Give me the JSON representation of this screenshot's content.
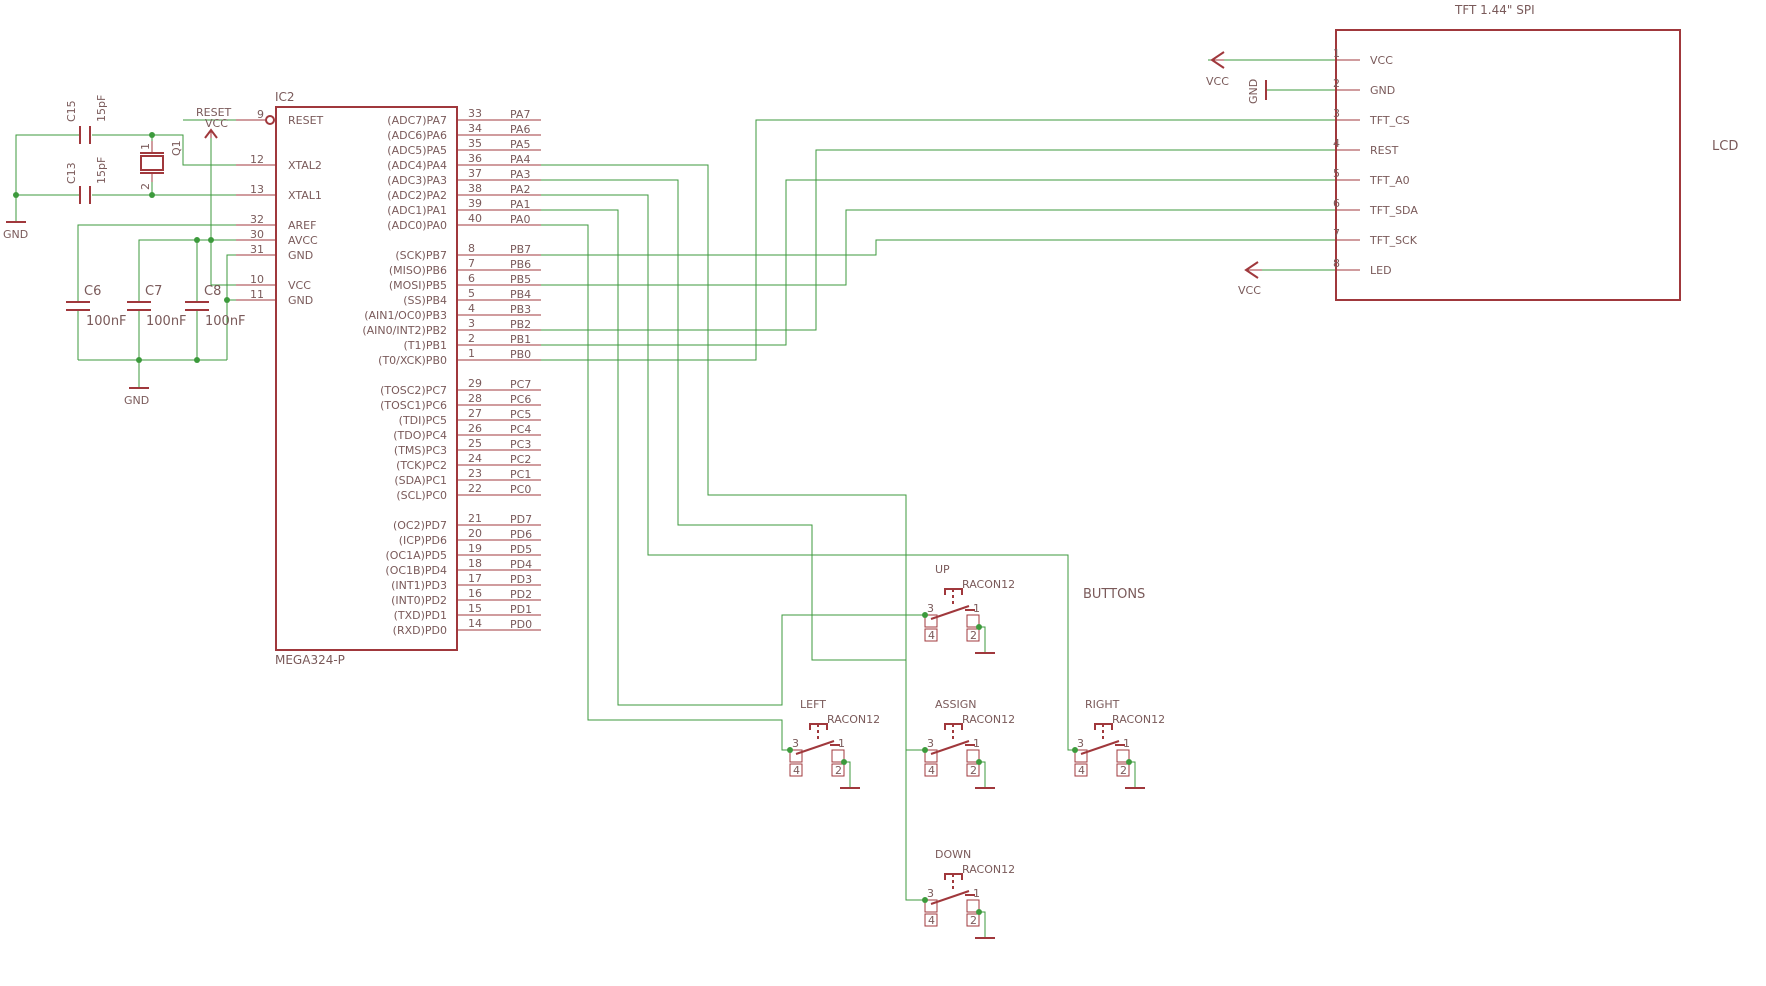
{
  "colors": {
    "symbol": "#a0383c",
    "wire": "#3c9a3c",
    "text": "#7a5a5a"
  },
  "mcu": {
    "ref": "IC2",
    "part": "MEGA324-P",
    "left_pins": [
      {
        "num": "9",
        "name": "RESET"
      },
      {
        "num": "12",
        "name": "XTAL2"
      },
      {
        "num": "13",
        "name": "XTAL1"
      },
      {
        "num": "32",
        "name": "AREF"
      },
      {
        "num": "30",
        "name": "AVCC"
      },
      {
        "num": "31",
        "name": "GND"
      },
      {
        "num": "10",
        "name": "VCC"
      },
      {
        "num": "11",
        "name": "GND"
      }
    ],
    "port_a": [
      {
        "num": "33",
        "name": "(ADC7)PA7",
        "net": "PA7"
      },
      {
        "num": "34",
        "name": "(ADC6)PA6",
        "net": "PA6"
      },
      {
        "num": "35",
        "name": "(ADC5)PA5",
        "net": "PA5"
      },
      {
        "num": "36",
        "name": "(ADC4)PA4",
        "net": "PA4"
      },
      {
        "num": "37",
        "name": "(ADC3)PA3",
        "net": "PA3"
      },
      {
        "num": "38",
        "name": "(ADC2)PA2",
        "net": "PA2"
      },
      {
        "num": "39",
        "name": "(ADC1)PA1",
        "net": "PA1"
      },
      {
        "num": "40",
        "name": "(ADC0)PA0",
        "net": "PA0"
      }
    ],
    "port_b": [
      {
        "num": "8",
        "name": "(SCK)PB7",
        "net": "PB7"
      },
      {
        "num": "7",
        "name": "(MISO)PB6",
        "net": "PB6"
      },
      {
        "num": "6",
        "name": "(MOSI)PB5",
        "net": "PB5"
      },
      {
        "num": "5",
        "name": "(SS)PB4",
        "net": "PB4"
      },
      {
        "num": "4",
        "name": "(AIN1/OC0)PB3",
        "net": "PB3"
      },
      {
        "num": "3",
        "name": "(AIN0/INT2)PB2",
        "net": "PB2"
      },
      {
        "num": "2",
        "name": "(T1)PB1",
        "net": "PB1"
      },
      {
        "num": "1",
        "name": "(T0/XCK)PB0",
        "net": "PB0"
      }
    ],
    "port_c": [
      {
        "num": "29",
        "name": "(TOSC2)PC7",
        "net": "PC7"
      },
      {
        "num": "28",
        "name": "(TOSC1)PC6",
        "net": "PC6"
      },
      {
        "num": "27",
        "name": "(TDI)PC5",
        "net": "PC5"
      },
      {
        "num": "26",
        "name": "(TDO)PC4",
        "net": "PC4"
      },
      {
        "num": "25",
        "name": "(TMS)PC3",
        "net": "PC3"
      },
      {
        "num": "24",
        "name": "(TCK)PC2",
        "net": "PC2"
      },
      {
        "num": "23",
        "name": "(SDA)PC1",
        "net": "PC1"
      },
      {
        "num": "22",
        "name": "(SCL)PC0",
        "net": "PC0"
      }
    ],
    "port_d": [
      {
        "num": "21",
        "name": "(OC2)PD7",
        "net": "PD7"
      },
      {
        "num": "20",
        "name": "(ICP)PD6",
        "net": "PD6"
      },
      {
        "num": "19",
        "name": "(OC1A)PD5",
        "net": "PD5"
      },
      {
        "num": "18",
        "name": "(OC1B)PD4",
        "net": "PD4"
      },
      {
        "num": "17",
        "name": "(INT1)PD3",
        "net": "PD3"
      },
      {
        "num": "16",
        "name": "(INT0)PD2",
        "net": "PD2"
      },
      {
        "num": "15",
        "name": "(TXD)PD1",
        "net": "PD1"
      },
      {
        "num": "14",
        "name": "(RXD)PD0",
        "net": "PD0"
      }
    ]
  },
  "lcd": {
    "title": "TFT 1.44\" SPI",
    "label": "LCD",
    "pins": [
      {
        "num": "1",
        "name": "VCC"
      },
      {
        "num": "2",
        "name": "GND"
      },
      {
        "num": "3",
        "name": "TFT_CS"
      },
      {
        "num": "4",
        "name": "REST"
      },
      {
        "num": "5",
        "name": "TFT_A0"
      },
      {
        "num": "6",
        "name": "TFT_SDA"
      },
      {
        "num": "7",
        "name": "TFT_SCK"
      },
      {
        "num": "8",
        "name": "LED"
      }
    ]
  },
  "crystal": {
    "ref": "Q1",
    "pin1": "1",
    "pin2": "2"
  },
  "caps": {
    "c15": {
      "ref": "C15",
      "value": "15pF"
    },
    "c13": {
      "ref": "C13",
      "value": "15pF"
    },
    "c6": {
      "ref": "C6",
      "value": "100nF"
    },
    "c7": {
      "ref": "C7",
      "value": "100nF"
    },
    "c8": {
      "ref": "C8",
      "value": "100nF"
    }
  },
  "supply": {
    "vcc": "VCC",
    "gnd": "GND",
    "reset_net": "RESET"
  },
  "buttons": {
    "section_label": "BUTTONS",
    "part": "RACON12",
    "pin_numbers": [
      "1",
      "2",
      "3",
      "4"
    ],
    "items": {
      "up": {
        "name": "UP"
      },
      "left": {
        "name": "LEFT"
      },
      "assign": {
        "name": "ASSIGN"
      },
      "right": {
        "name": "RIGHT"
      },
      "down": {
        "name": "DOWN"
      }
    }
  }
}
